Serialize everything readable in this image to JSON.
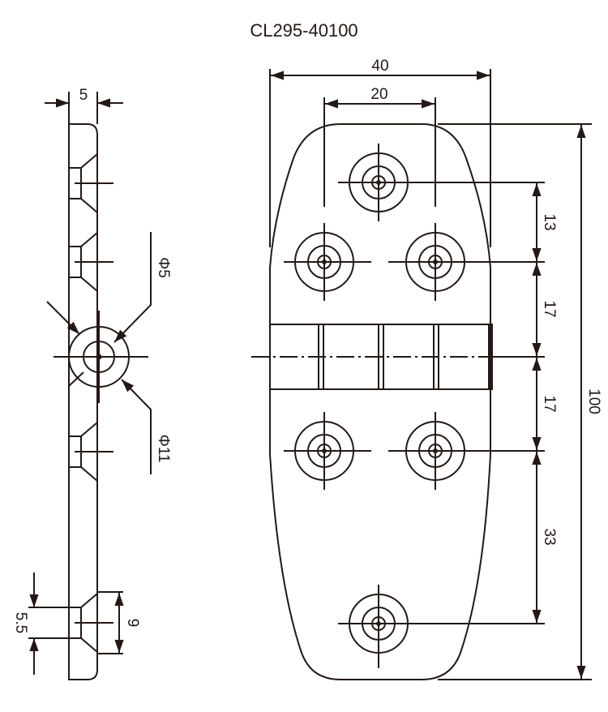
{
  "title": "CL295-40100",
  "side_view": {
    "thickness": "5",
    "pin_diameter": "Φ5",
    "knuckle_diameter": "Φ11",
    "hole_depth": "5.5",
    "countersink_diameter": "9"
  },
  "front_view": {
    "width": "40",
    "hole_spacing": "20",
    "dims_vertical": [
      "13",
      "17",
      "17",
      "33"
    ],
    "total_length": "100"
  }
}
